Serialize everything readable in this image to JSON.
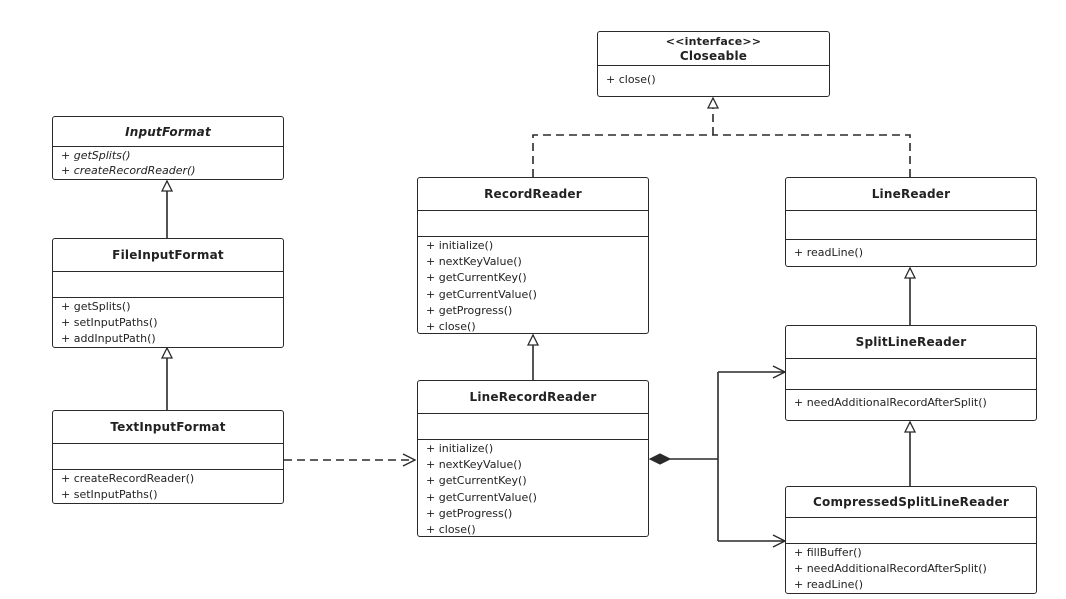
{
  "classes": {
    "closeable": {
      "stereotype": "<<interface>>",
      "name": "Closeable",
      "operations": [
        "+ close()"
      ]
    },
    "input_format": {
      "name": "InputFormat",
      "operations": [
        "+ getSplits()",
        "+ createRecordReader()"
      ]
    },
    "file_input_format": {
      "name": "FileInputFormat",
      "operations": [
        "+ getSplits()",
        "+ setInputPaths()",
        "+ addInputPath()"
      ]
    },
    "text_input_format": {
      "name": "TextInputFormat",
      "operations": [
        "+ createRecordReader()",
        "+ setInputPaths()"
      ]
    },
    "record_reader": {
      "name": "RecordReader",
      "operations": [
        "+ initialize()",
        "+ nextKeyValue()",
        "+ getCurrentKey()",
        "+ getCurrentValue()",
        "+ getProgress()",
        "+ close()"
      ]
    },
    "line_record_reader": {
      "name": "LineRecordReader",
      "operations": [
        "+ initialize()",
        "+ nextKeyValue()",
        "+ getCurrentKey()",
        "+ getCurrentValue()",
        "+ getProgress()",
        "+ close()"
      ]
    },
    "line_reader": {
      "name": "LineReader",
      "operations": [
        "+ readLine()"
      ]
    },
    "split_line_reader": {
      "name": "SplitLineReader",
      "operations": [
        "+ needAdditionalRecordAfterSplit()"
      ]
    },
    "compressed_split_line_reader": {
      "name": "CompressedSplitLineReader",
      "operations": [
        "+ fillBuffer()",
        "+ needAdditionalRecordAfterSplit()",
        "+ readLine()"
      ]
    }
  }
}
